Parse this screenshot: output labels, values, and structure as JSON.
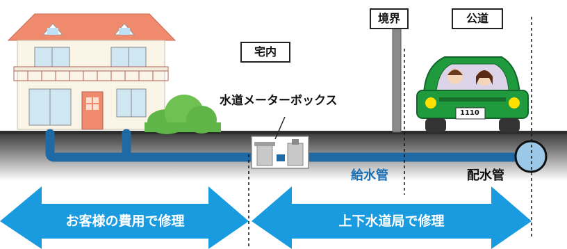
{
  "labels": {
    "boundary": "境界",
    "public_road": "公道",
    "premises": "宅内",
    "meter_box": "水道メーターボックス",
    "service_pipe": "給水管",
    "distribution_main": "配水管",
    "plate_number": "1110"
  },
  "arrows": {
    "customer_cost": "お客様の費用で修理",
    "waterworks_bureau": "上下水道局で修理"
  },
  "colors": {
    "pipe": "#1f6aa5",
    "arrow": "#1a9be0",
    "car_body": "#1f9a3c",
    "roof": "#ef8a6e",
    "ground": "#4a4a4a",
    "main_pipe": "#9cc8e8",
    "service_pipe_text": "#1a6fb5"
  }
}
